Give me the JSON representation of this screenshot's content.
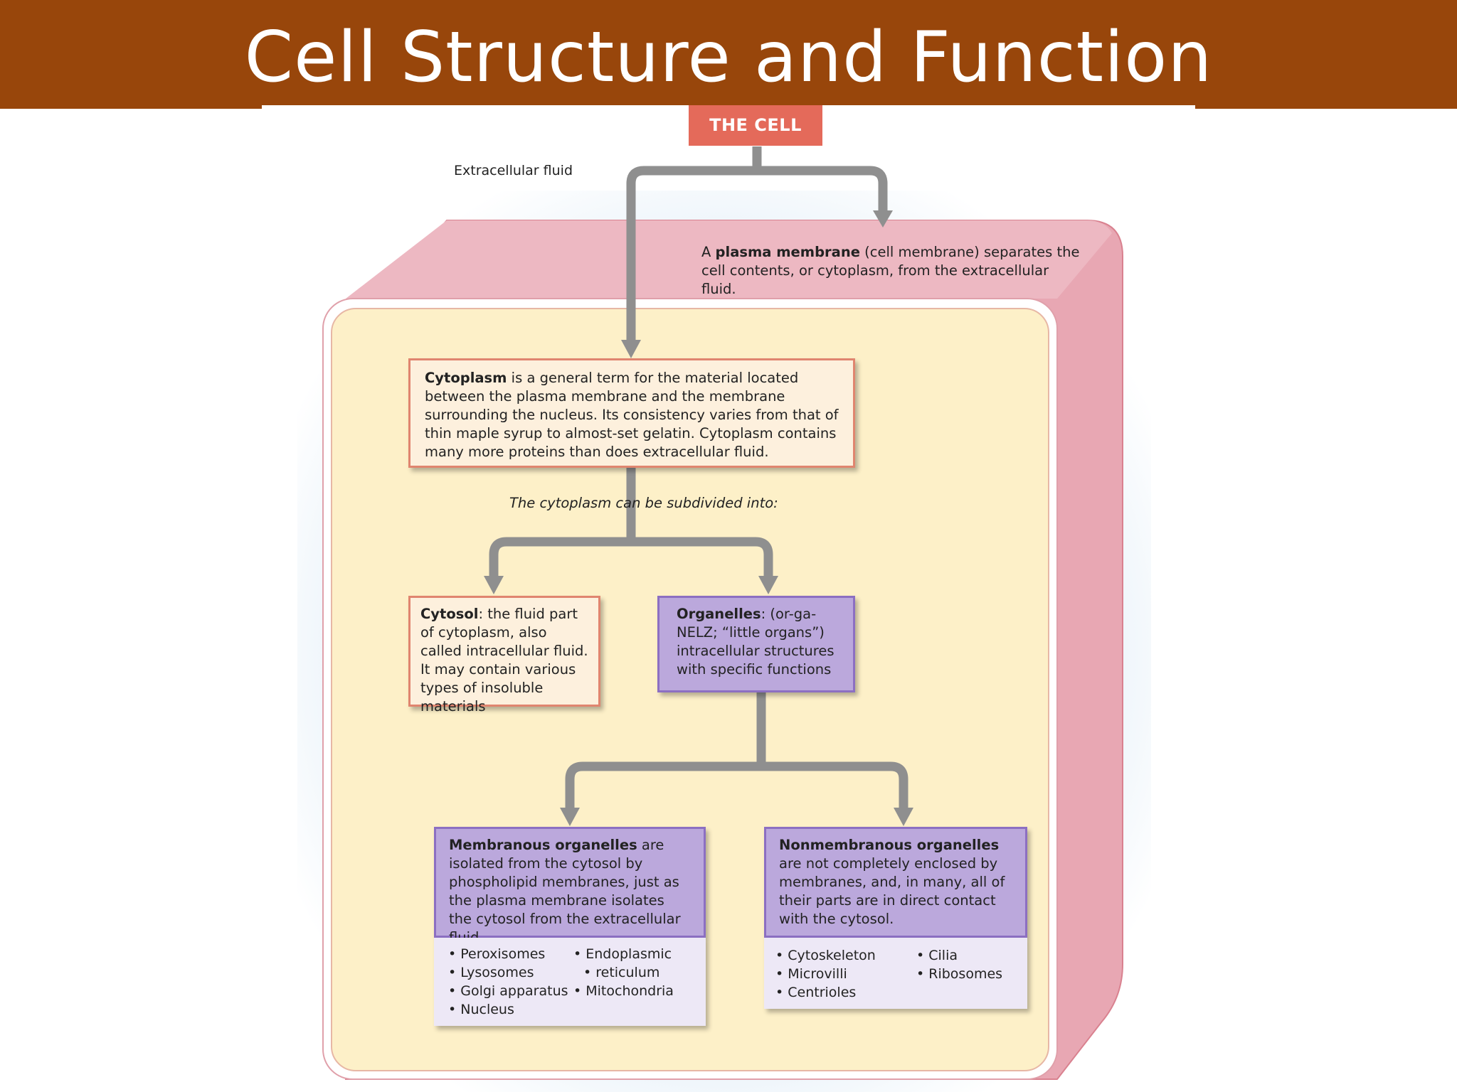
{
  "slide": {
    "title": "Cell Structure and Function"
  },
  "diagram": {
    "root": "THE CELL",
    "extracellular_label": "Extracellular fluid",
    "plasma_membrane": {
      "lead": "A ",
      "term": "plasma membrane",
      "rest_line1": " (cell membrane) separates the",
      "line2": "cell contents, or cytoplasm, from the extracellular fluid."
    },
    "cytoplasm": {
      "term": "Cytoplasm",
      "text": " is a general term for the material located between the plasma membrane and the membrane surrounding the nucleus. Its consistency varies from that of thin maple syrup to almost-set gelatin. Cytoplasm contains many more proteins than does extracellular fluid."
    },
    "subdivision_caption": "The cytoplasm can be subdivided into:",
    "cytosol": {
      "term": "Cytosol",
      "text": ": the fluid part of cytoplasm, also called intracellular fluid. It may contain various types of insoluble materials"
    },
    "organelles": {
      "term": "Organelles",
      "text": ": (or-ga-NELZ; “little organs”) intracellular structures with specific functions"
    },
    "membranous": {
      "term": "Membranous organelles",
      "text": " are isolated from the cytosol by phospholipid membranes, just as the plasma membrane isolates the cytosol from the extracellular fluid.",
      "list_left": [
        "Peroxisomes",
        "Lysosomes",
        "Golgi apparatus",
        "Nucleus"
      ],
      "list_right_1": "Endoplasmic",
      "list_right_1b": "reticulum",
      "list_right_2": "Mitochondria"
    },
    "nonmembranous": {
      "term": "Nonmembranous organelles",
      "text": "are not completely enclosed by membranes, and, in many, all of their parts are in direct contact with the cytosol.",
      "list_left": [
        "Cytoskeleton",
        "Microvilli",
        "Centrioles"
      ],
      "list_right": [
        "Cilia",
        "Ribosomes"
      ]
    },
    "colors": {
      "title_bar": "#98460b",
      "membrane": "#e6a4b0",
      "cytoplasm_fill": "#fdf0c8",
      "peach_box": "#fdf0dd",
      "purple_box": "#bba8dc",
      "connector": "#8f8f8f",
      "cell_tag": "#e46a5a"
    }
  }
}
